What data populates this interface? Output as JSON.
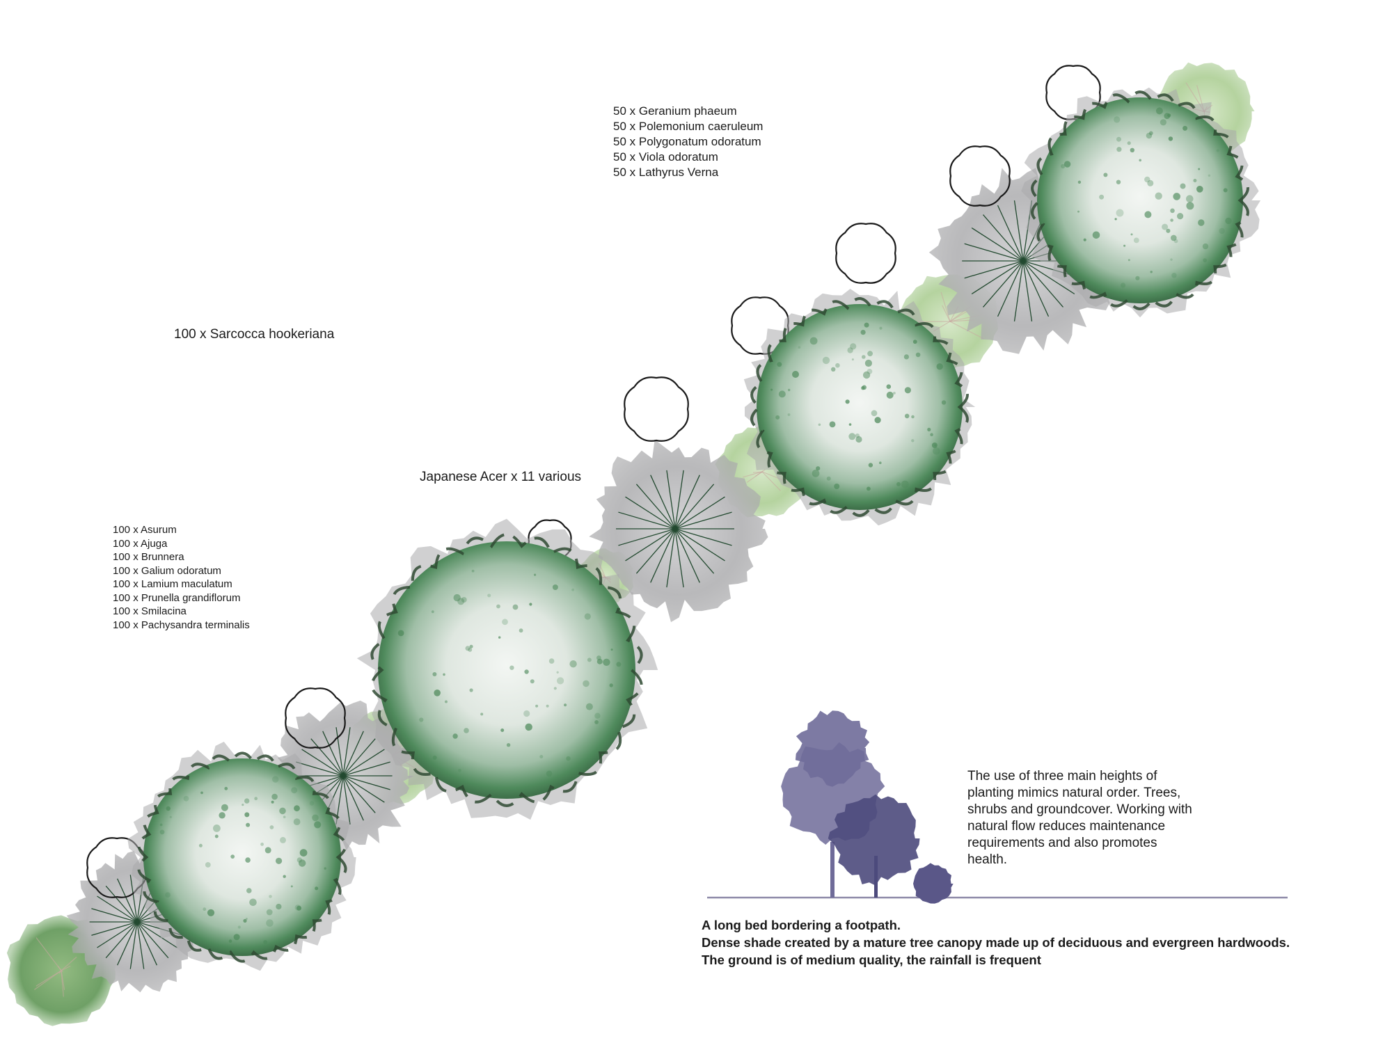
{
  "labels": {
    "perennials": [
      "50 x Geranium phaeum",
      "50 x Polemonium caeruleum",
      "50 x Polygonatum odoratum",
      "50 x Viola odoratum",
      "50 x Lathyrus Verna"
    ],
    "sarcocca": "100 x Sarcocca hookeriana",
    "acer": "Japanese Acer x 11 various",
    "groundcover": [
      "100 x Asurum",
      "100 x Ajuga",
      "100 x Brunnera",
      "100 x Galium odoratum",
      "100 x Lamium maculatum",
      "100 x Prunella grandiflorum",
      "100 x Smilacina",
      "100 x Pachysandra terminalis"
    ]
  },
  "heights_text": "The use of three main heights of planting mimics natural order. Trees, shrubs and groundcover. Working with natural flow reduces maintenance requirements and also promotes health.",
  "site_description": [
    "A long bed bordering a footpath.",
    "Dense shade created by a mature tree canopy made up of deciduous and evergreen hardwoods.",
    "The ground is of medium quality, the rainfall is frequent"
  ],
  "colors": {
    "canopy_green": "#4f8a5c",
    "canopy_dark": "#2f4a33",
    "canopy_light": "#e6ede7",
    "shrub_grey": "#a9a9ab",
    "shrub_ray": "#234a30",
    "pale_green": "#a9cc92",
    "outline": "#1a1a1a",
    "silhouette": "#6f6b99",
    "ground_line": "#8e8aa8"
  },
  "icons": {
    "canopy": "tree-canopy-icon",
    "shrub": "starburst-shrub-icon",
    "outline": "outline-shrub-icon",
    "groundcover": "groundcover-patch-icon",
    "silhouettes": [
      "tall-tree-silhouette",
      "medium-tree-silhouette",
      "shrub-silhouette"
    ]
  }
}
